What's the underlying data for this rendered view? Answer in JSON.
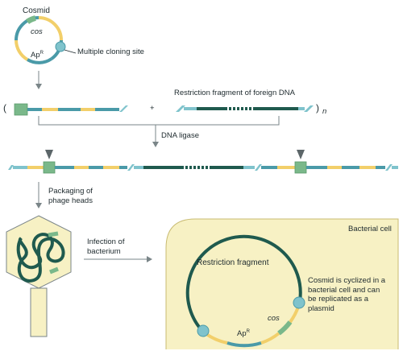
{
  "labels": {
    "cosmid": "Cosmid",
    "cos": "cos",
    "apr": "Ap",
    "apr_sup": "R",
    "mcs": "Multiple cloning site",
    "restriction_foreign": "Restriction fragment of foreign DNA",
    "plus": "+",
    "open_paren": "(",
    "close_paren": ")",
    "n": "n",
    "dna_ligase": "DNA ligase",
    "packaging": "Packaging of phage heads",
    "infection": "Infection of bacterium",
    "bacterial_cell": "Bacterial cell",
    "restriction_fragment": "Restriction fragment",
    "cyclized": "Cosmid is cyclized in a bacterial cell and can be replicated as a plasmid",
    "cos2": "cos",
    "apr2": "Ap",
    "apr2_sup": "R"
  },
  "colors": {
    "dark_green": "#1f5a4e",
    "teal": "#4a9aa8",
    "light_teal": "#7fc3cc",
    "yellow": "#f2cf6a",
    "green_box": "#7ab88a",
    "cell_fill": "#f7f1c4",
    "cell_stroke": "#c8bb72",
    "arrow_gray": "#7a8588"
  }
}
